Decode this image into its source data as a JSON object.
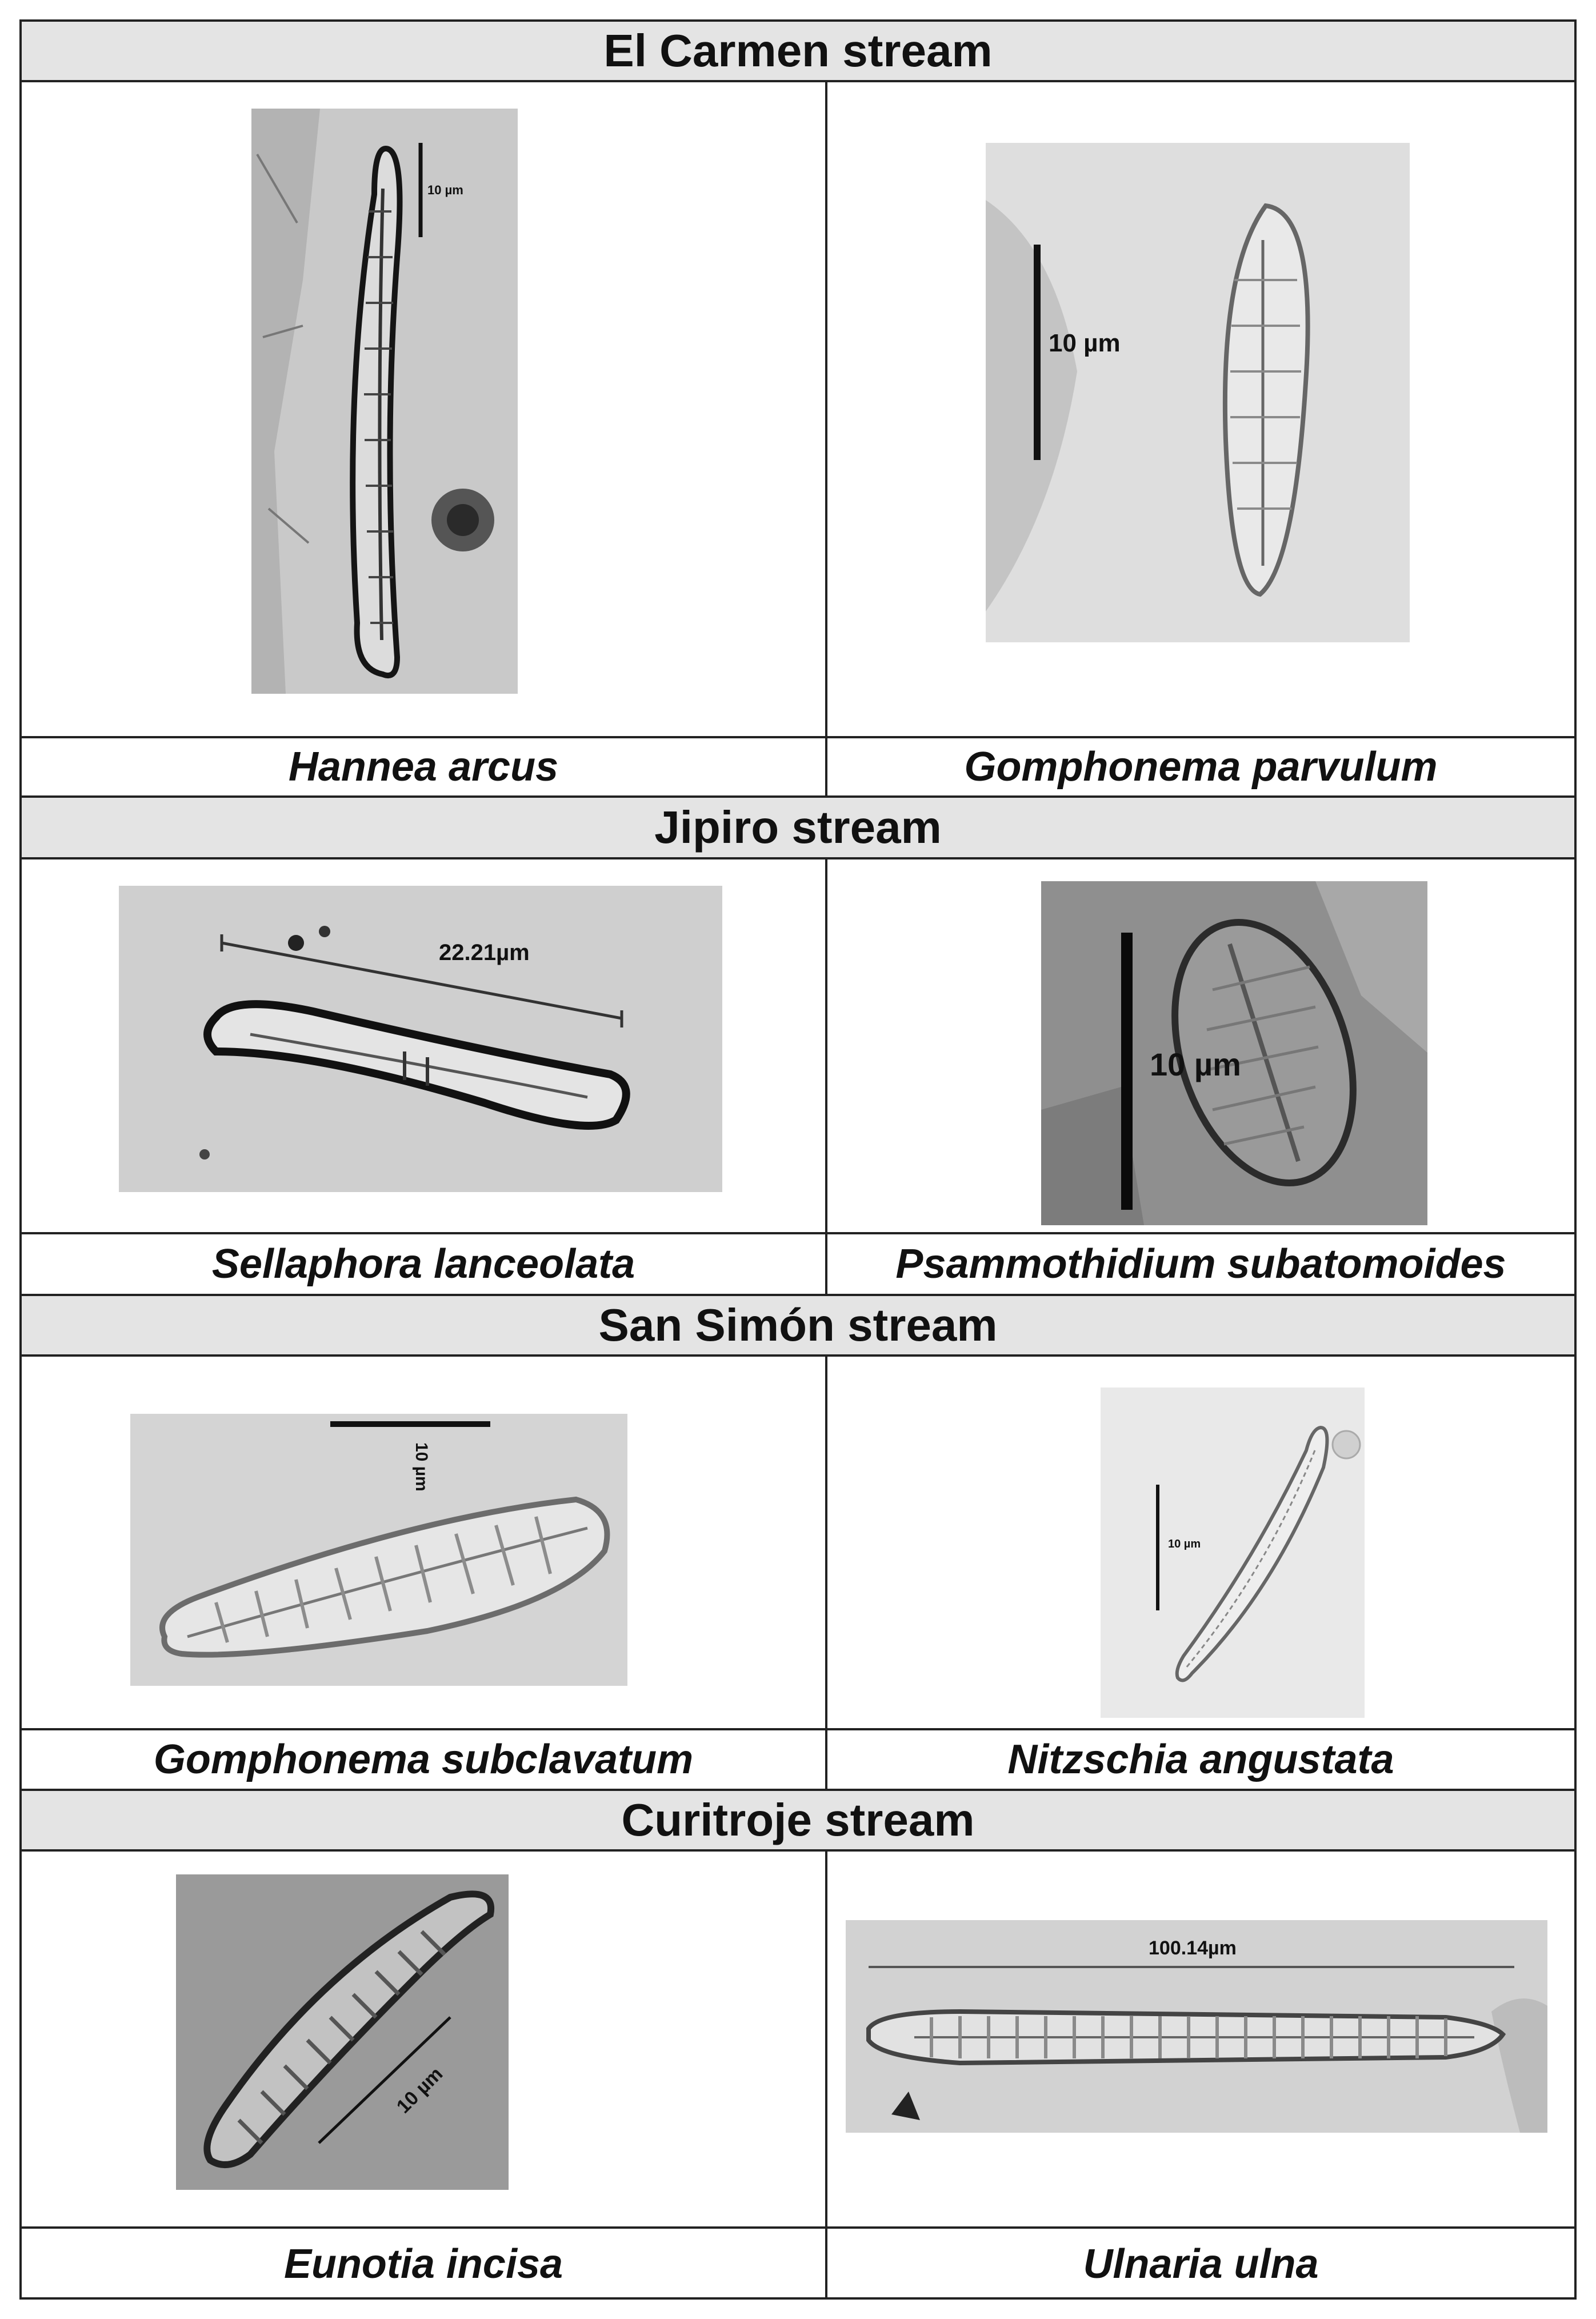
{
  "streams": [
    {
      "name": "El Carmen stream",
      "species": [
        "Hannea arcus",
        "Gomphonema parvulum"
      ],
      "scales": [
        "10 µm",
        "10 µm"
      ]
    },
    {
      "name": "Jipiro stream",
      "species": [
        "Sellaphora lanceolata",
        "Psammothidium subatomoides"
      ],
      "scales": [
        "22.21µm",
        "10 µm"
      ]
    },
    {
      "name": "San Simón stream",
      "species": [
        "Gomphonema subclavatum",
        "Nitzschia angustata"
      ],
      "scales": [
        "10 µm",
        "10 µm"
      ]
    },
    {
      "name": "Curitroje stream",
      "species": [
        "Eunotia incisa",
        "Ulnaria ulna"
      ],
      "scales": [
        "10 µm",
        "100.14µm"
      ]
    }
  ]
}
